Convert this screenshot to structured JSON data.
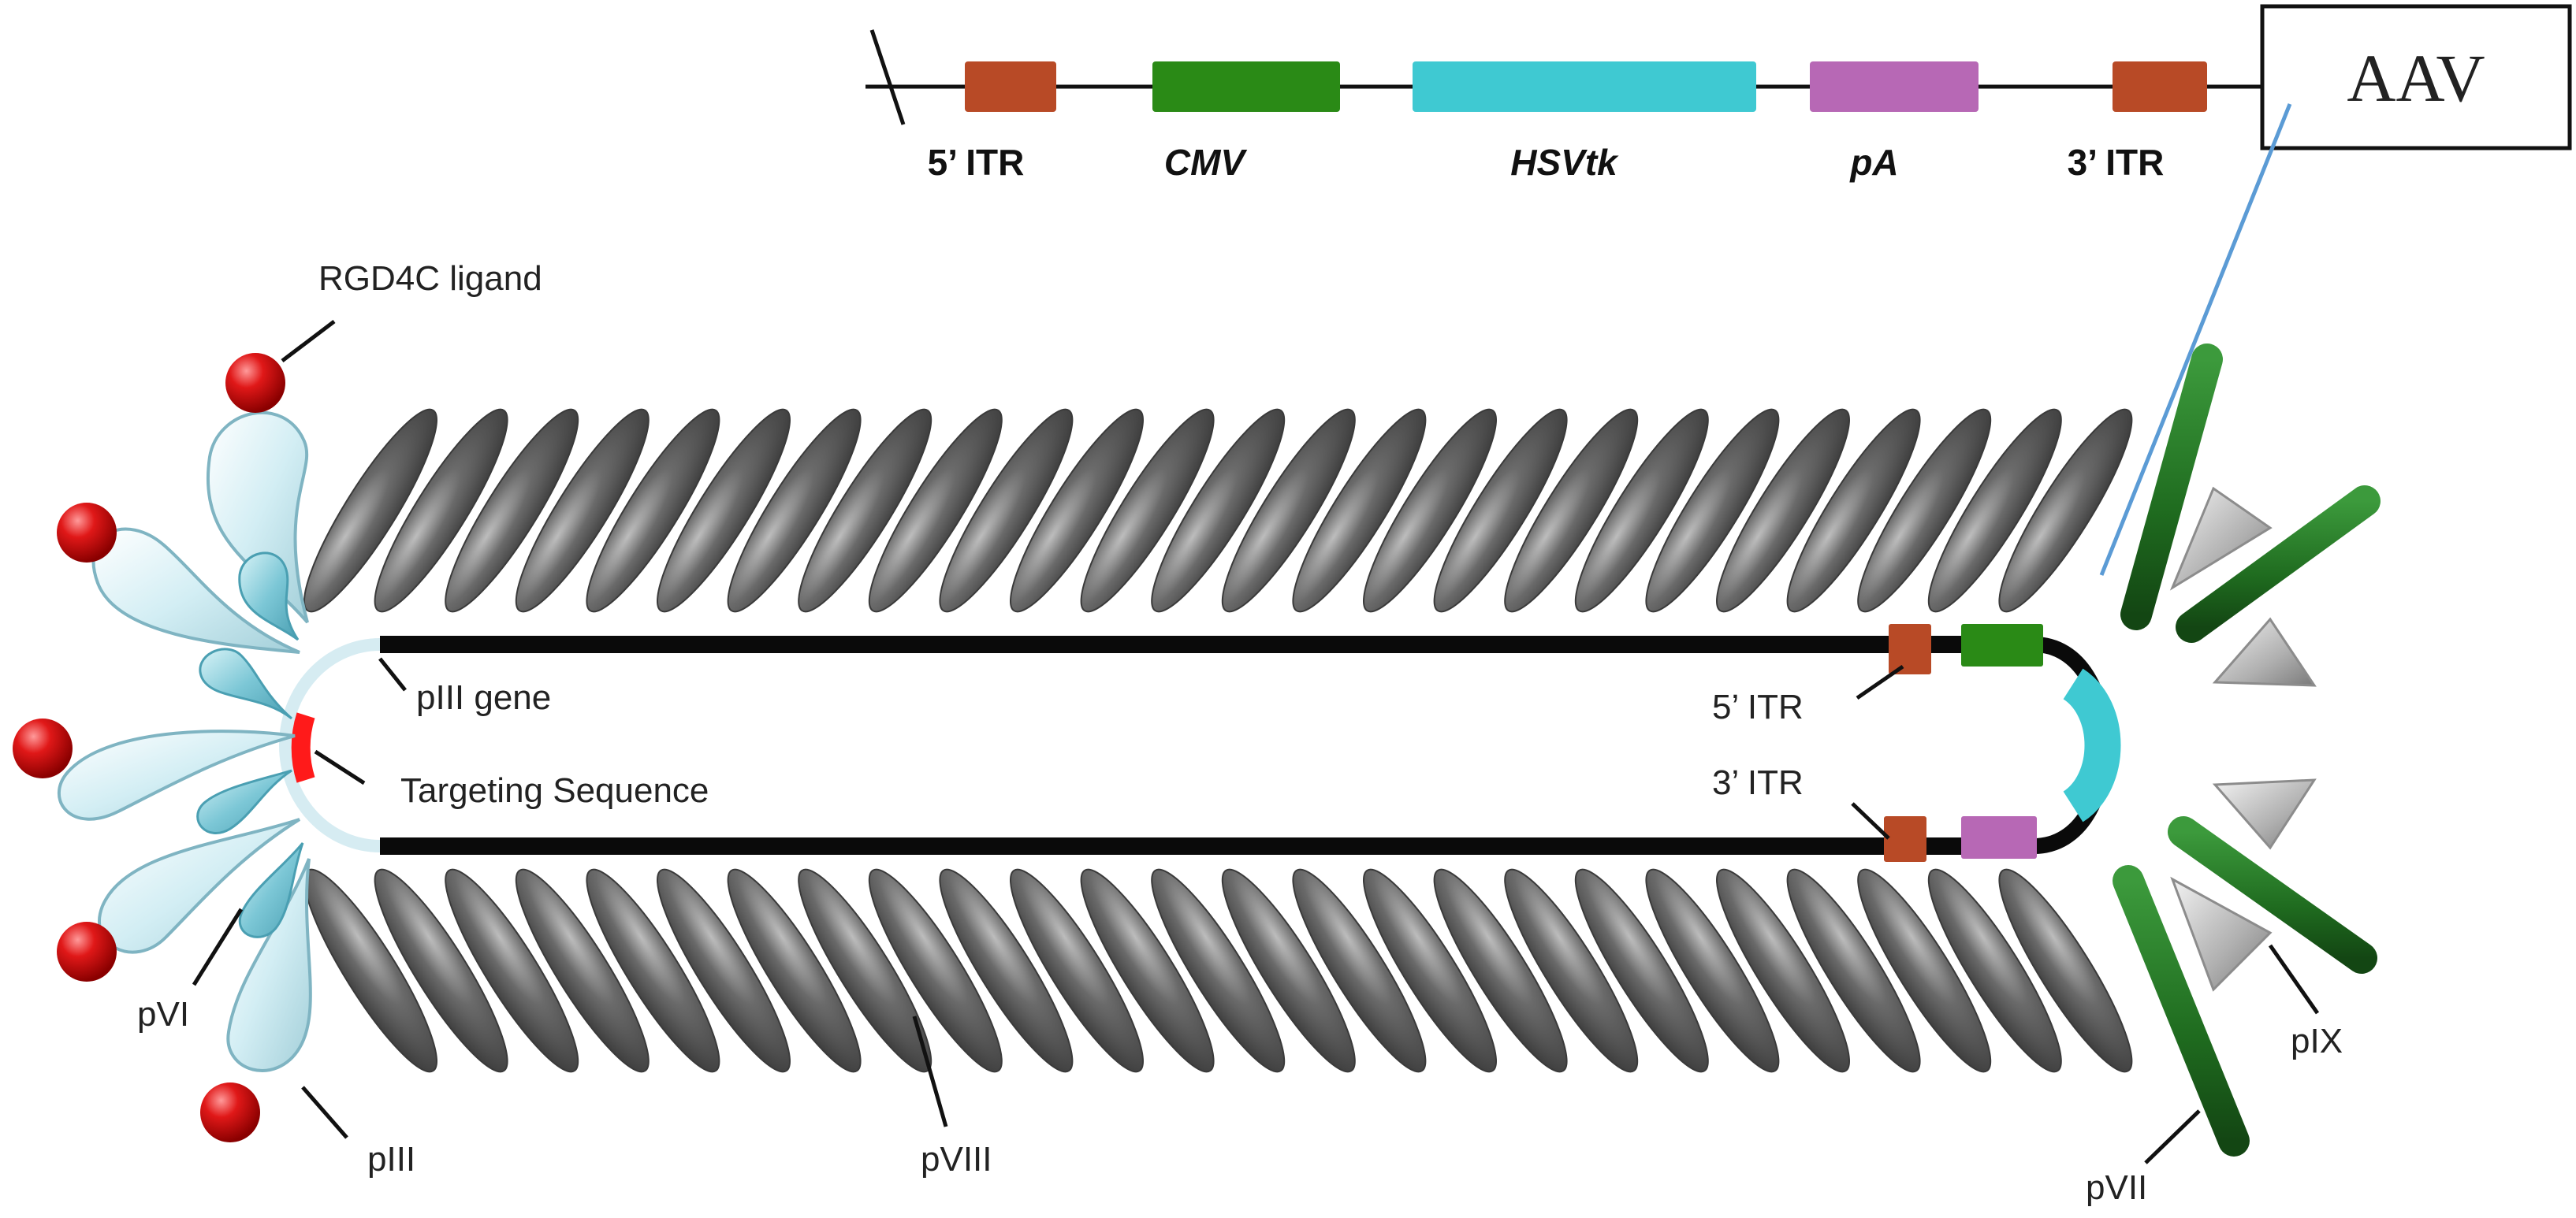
{
  "aav_box": {
    "label": "AAV"
  },
  "cassette": {
    "elements": [
      {
        "id": "itr5",
        "label": "5’ ITR",
        "italic": false,
        "color": "#b84a26"
      },
      {
        "id": "cmv",
        "label": "CMV",
        "italic": true,
        "color": "#2a8a16"
      },
      {
        "id": "hsvtk",
        "label": "HSVtk",
        "italic": true,
        "color": "#3fc9d2"
      },
      {
        "id": "pa",
        "label": "pA",
        "italic": true,
        "color": "#b768b5"
      },
      {
        "id": "itr3",
        "label": "3’ ITR",
        "italic": false,
        "color": "#b84a26"
      }
    ]
  },
  "labels": {
    "rgd4c": "RGD4C ligand",
    "piii_gene": "pIII gene",
    "targeting": "Targeting Sequence",
    "itr5": "5’ ITR",
    "itr3": "3’ ITR",
    "pvi": "pVI",
    "piii": "pIII",
    "pviii": "pVIII",
    "pix": "pIX",
    "pvii": "pVII"
  },
  "colors": {
    "coat": "#5a5a5a",
    "genome": "#0a0a0a",
    "ligand": "#d01010",
    "targeting": "#ff1a1a",
    "piii_gene_arc": "#d6ecf2",
    "pvii": "#1f6b1f",
    "pix": "#a9a9a9",
    "aav_line": "#5b9bd5"
  }
}
